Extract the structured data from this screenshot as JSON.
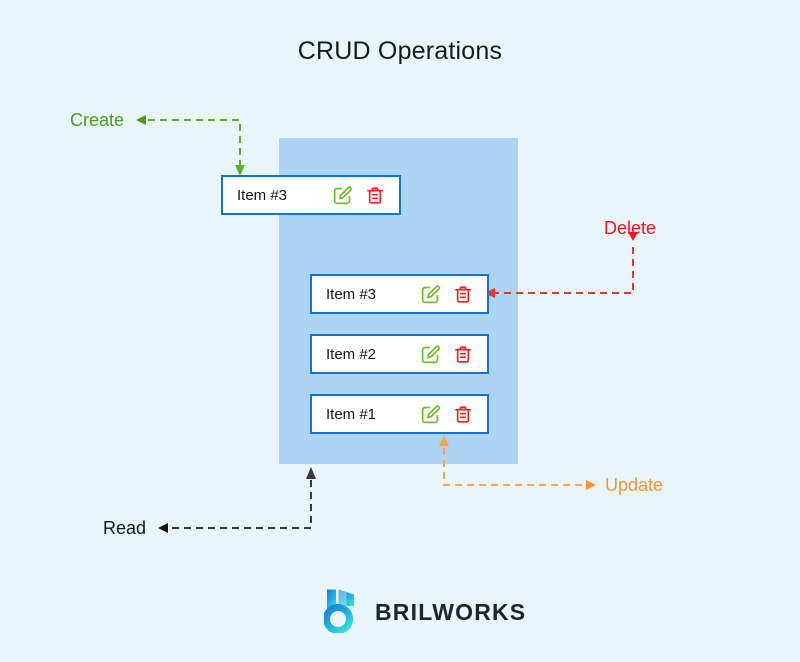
{
  "page": {
    "title": "CRUD Operations",
    "background_color": "#e8f6fb",
    "container_color": "#aed4f5"
  },
  "diagram": {
    "type": "crud-operations",
    "container": {
      "name": "items-list-container"
    },
    "create_card": {
      "label": "Item #3",
      "edit_icon": "edit-pencil-icon",
      "delete_icon": "trash-icon"
    },
    "list_items": [
      {
        "label": "Item #3",
        "edit_icon": "edit-pencil-icon",
        "delete_icon": "trash-icon"
      },
      {
        "label": "Item #2",
        "edit_icon": "edit-pencil-icon",
        "delete_icon": "trash-icon"
      },
      {
        "label": "Item #1",
        "edit_icon": "edit-pencil-icon",
        "delete_icon": "trash-icon"
      }
    ],
    "annotations": [
      {
        "label": "Create",
        "color": "#4f9c1f",
        "target": "create-card",
        "marker": "triangle-right"
      },
      {
        "label": "Delete",
        "color": "#f41616",
        "target": "item-3-trash-icon",
        "marker": "triangle-down"
      },
      {
        "label": "Update",
        "color": "#f7942f",
        "target": "item-1-edit-icon",
        "marker": "triangle-left"
      },
      {
        "label": "Read",
        "color": "#171717",
        "target": "items-list-container",
        "marker": "triangle-right"
      }
    ],
    "icon_colors": {
      "edit": "#6fbe2b",
      "delete": "#fb1c1c",
      "card_border": "#1573d4"
    }
  },
  "logo": {
    "text": "BRILWORKS",
    "mark": "brilworks-b-icon",
    "gradient_from": "#1b7fd4",
    "gradient_to": "#30d8d8"
  }
}
